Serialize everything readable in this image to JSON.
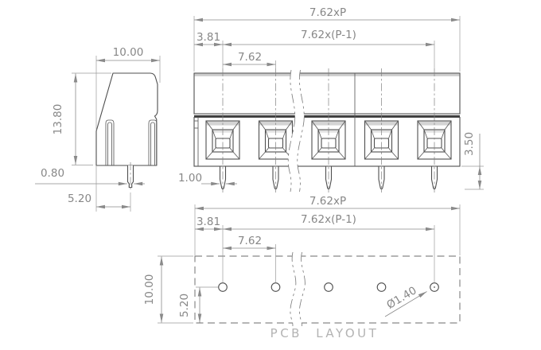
{
  "drawing": {
    "title": "PCB screw terminal block dimensional drawing",
    "positions_shown": 5,
    "side_view": {
      "width": "10.00",
      "height": "13.80",
      "pin_width": "0.80",
      "pin_offset": "5.20"
    },
    "front_view": {
      "total_width": "7.62xP",
      "span": "7.62x(P-1)",
      "edge_offset": "3.81",
      "pitch": "7.62",
      "pin_width": "1.00",
      "pin_length": "3.50"
    },
    "pcb_layout": {
      "total_width": "7.62xP",
      "span": "7.62x(P-1)",
      "edge_offset": "3.81",
      "pitch": "7.62",
      "height": "10.00",
      "hole_offset": "5.20",
      "hole_diameter": "Ø1.40",
      "hole_count": 5,
      "caption": "PCB LAYOUT"
    }
  },
  "colors": {
    "line": "#4f4f4f",
    "dimension": "#8a8a8a",
    "caption": "#b3b3b3",
    "stipple": "#d4d4d4",
    "background": "#ffffff"
  }
}
